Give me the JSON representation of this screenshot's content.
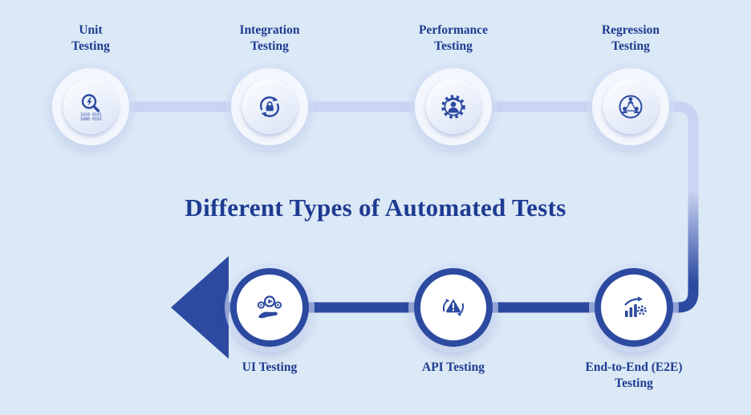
{
  "title": "Different Types of Automated Tests",
  "colors": {
    "background": "#dbe8f5",
    "text": "#1e3b92",
    "connector_light": "#c9d4f2",
    "connector_dark": "#2d4aa1",
    "icon": "#2d4aa1"
  },
  "top_row": [
    {
      "label": "Unit\nTesting",
      "icon": "magnifier-bug-binary-icon"
    },
    {
      "label": "Integration\nTesting",
      "icon": "sync-arrows-lock-icon"
    },
    {
      "label": "Performance\nTesting",
      "icon": "gear-person-gauge-icon"
    },
    {
      "label": "Regression\nTesting",
      "icon": "team-network-icon"
    }
  ],
  "bottom_row": [
    {
      "label": "UI Testing",
      "icon": "hand-media-player-icon"
    },
    {
      "label": "API Testing",
      "icon": "gear-warning-sync-icon"
    },
    {
      "label": "End-to-End (E2E)\nTesting",
      "icon": "growth-chart-gear-icon"
    }
  ]
}
